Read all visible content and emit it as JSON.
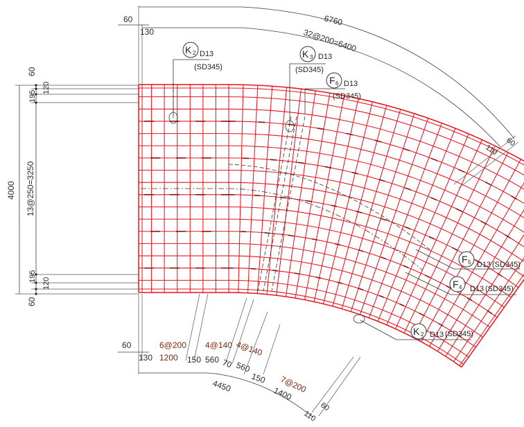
{
  "colors": {
    "rebar": "#e8141c",
    "dimension": "#3a3a3a",
    "background": "#ffffff"
  },
  "dimensions": {
    "outer_arc_total": "6760",
    "outer_arc_spacing": "32@200=6400",
    "top_left_60": "60",
    "top_left_130": "130",
    "right_110": "110",
    "right_60": "60",
    "left_60_top": "60",
    "left_120_top": "120",
    "left_195_top": "195",
    "left_total": "4000",
    "left_spacing": "13@250=3250",
    "left_195_bottom": "195",
    "left_120_bottom": "120",
    "left_60_bottom": "60",
    "bottom_60": "60",
    "bottom_130": "130",
    "seg1_spacing": "6@200",
    "seg1_length": "1200",
    "seg2_150": "150",
    "seg3_spacing": "4@140",
    "seg3_length": "560",
    "seg4_spacing": "4@140",
    "seg4_70": "70",
    "seg4_length": "560",
    "seg5_150": "150",
    "seg6_spacing": "7@200",
    "seg6_length": "1400",
    "bottom_total": "4450",
    "bottom_110": "110",
    "bottom_right_60": "60"
  },
  "marks": [
    {
      "letter": "K",
      "sub": "2",
      "size": "D13",
      "grade": "(SD345)"
    },
    {
      "letter": "K",
      "sub": "3",
      "size": "D13",
      "grade": "(SD345)"
    },
    {
      "letter": "F",
      "sub": "6",
      "size": "D13",
      "grade": "(SD345)"
    },
    {
      "letter": "F",
      "sub": "5",
      "size": "D13",
      "grade": "(SD345)"
    },
    {
      "letter": "F",
      "sub": "4",
      "size": "D13",
      "grade": "(SD345)"
    },
    {
      "letter": "K",
      "sub": "2",
      "size": "D13",
      "grade": "(SD345)"
    }
  ]
}
